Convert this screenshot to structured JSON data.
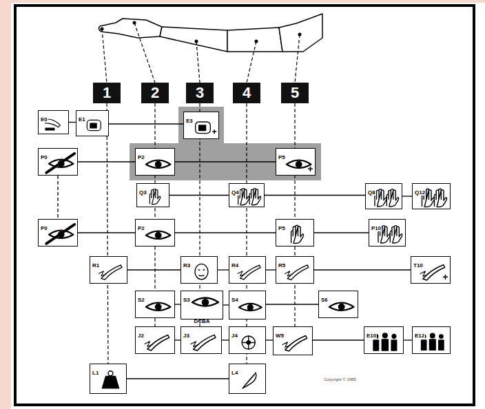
{
  "diagram": {
    "nodes": [
      {
        "text": [
          "1"
        ]
      },
      {
        "text": [
          "2"
        ]
      },
      {
        "text": [
          "3"
        ]
      },
      {
        "text": [
          "4"
        ]
      },
      {
        "text": [
          "5"
        ]
      },
      {
        "text": [
          "E0"
        ]
      },
      {
        "text": [
          "E1"
        ]
      },
      {
        "text": [
          "E3"
        ]
      },
      {
        "text": [
          "P0"
        ]
      },
      {
        "text": [
          "P2"
        ]
      },
      {
        "text": [
          "P5"
        ]
      },
      {
        "text": [
          "Q3"
        ]
      },
      {
        "text": [
          "Q4"
        ]
      },
      {
        "text": [
          "Q8"
        ]
      },
      {
        "text": [
          "Q12"
        ]
      },
      {
        "text": [
          "P0"
        ]
      },
      {
        "text": [
          "P2"
        ]
      },
      {
        "text": [
          "P5"
        ]
      },
      {
        "text": [
          "P10"
        ]
      },
      {
        "text": [
          "R1"
        ]
      },
      {
        "text": [
          "R3"
        ]
      },
      {
        "text": [
          "R4"
        ]
      },
      {
        "text": [
          "R5"
        ]
      },
      {
        "text": [
          "T10"
        ]
      },
      {
        "text": [
          "S2"
        ]
      },
      {
        "text": [
          "S3",
          "DCBA"
        ]
      },
      {
        "text": [
          "S4"
        ]
      },
      {
        "text": [
          "S6"
        ]
      },
      {
        "text": [
          "J2"
        ]
      },
      {
        "text": [
          "J3"
        ]
      },
      {
        "text": [
          "J4"
        ]
      },
      {
        "text": [
          "W5"
        ]
      },
      {
        "text": [
          "E10"
        ]
      },
      {
        "text": [
          "E12"
        ]
      },
      {
        "text": [
          "L1"
        ]
      },
      {
        "text": [
          "L4"
        ]
      }
    ],
    "edges": [
      {
        "from": 5,
        "to": 6,
        "arrow": "none"
      },
      {
        "from": 6,
        "to": 7,
        "arrow": "none"
      },
      {
        "from": 8,
        "to": 9,
        "arrow": "none"
      },
      {
        "from": 9,
        "to": 10,
        "arrow": "none"
      },
      {
        "from": 11,
        "to": 12,
        "arrow": "none"
      },
      {
        "from": 12,
        "to": 13,
        "arrow": "none"
      },
      {
        "from": 13,
        "to": 14,
        "arrow": "none"
      },
      {
        "from": 15,
        "to": 16,
        "arrow": "none"
      },
      {
        "from": 16,
        "to": 17,
        "arrow": "none"
      },
      {
        "from": 17,
        "to": 18,
        "arrow": "none"
      },
      {
        "from": 19,
        "to": 20,
        "arrow": "none"
      },
      {
        "from": 20,
        "to": 21,
        "arrow": "none"
      },
      {
        "from": 21,
        "to": 22,
        "arrow": "none"
      },
      {
        "from": 22,
        "to": 23,
        "arrow": "none"
      },
      {
        "from": 24,
        "to": 25,
        "arrow": "none"
      },
      {
        "from": 25,
        "to": 26,
        "arrow": "none"
      },
      {
        "from": 26,
        "to": 27,
        "arrow": "none"
      },
      {
        "from": 28,
        "to": 29,
        "arrow": "none"
      },
      {
        "from": 29,
        "to": 30,
        "arrow": "none"
      },
      {
        "from": 30,
        "to": 31,
        "arrow": "none"
      },
      {
        "from": 31,
        "to": 32,
        "arrow": "none"
      },
      {
        "from": 32,
        "to": 33,
        "arrow": "none"
      },
      {
        "from": 34,
        "to": 35,
        "arrow": "none"
      },
      {
        "from": 8,
        "to": 15,
        "arrow": "none"
      }
    ],
    "labels": [
      "Copyright © 1985"
    ]
  }
}
